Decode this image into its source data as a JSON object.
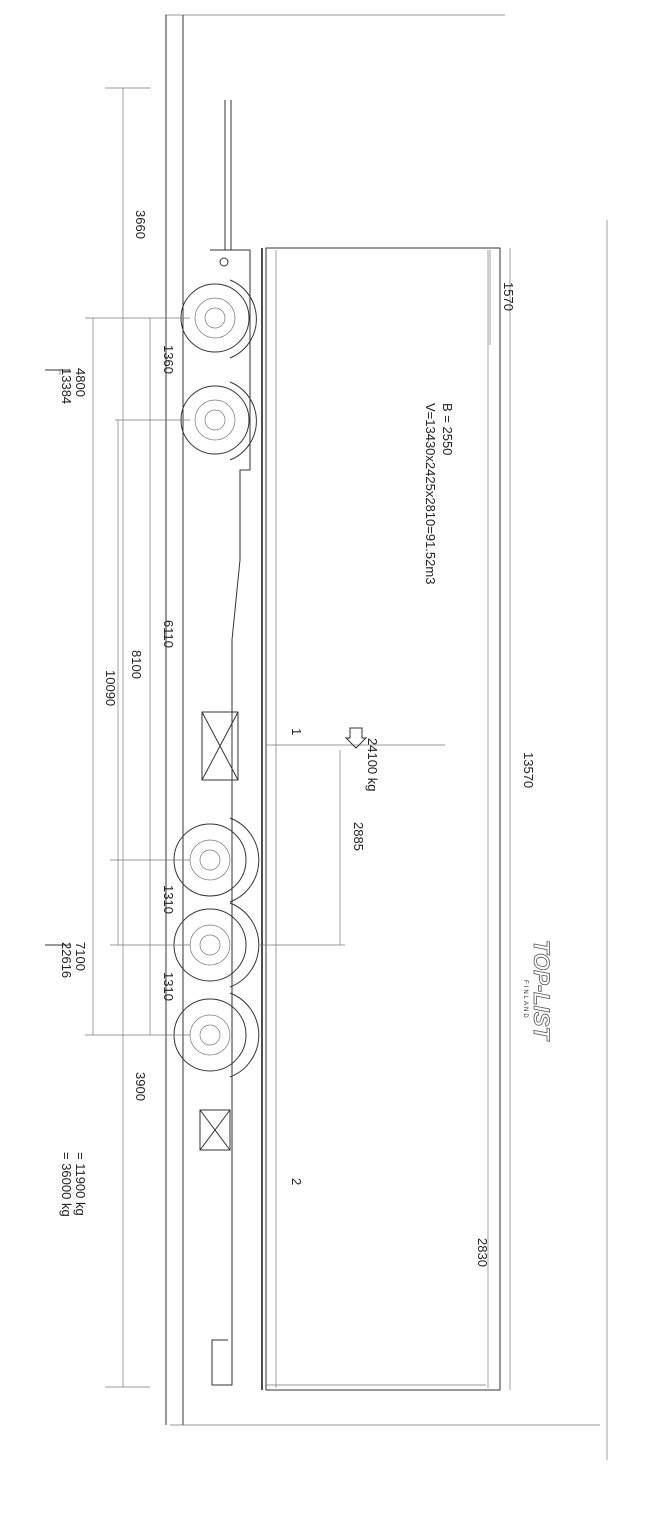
{
  "drawing": {
    "dims": {
      "front_overhang": "3660",
      "front_axle_spacing": "1360",
      "axle_group_distance": "6110",
      "kingpin_to_mid_axle": "8100",
      "overall_axle_span": "10090",
      "rear_axle_spacing_1": "1310",
      "rear_axle_spacing_2": "1310",
      "rear_overhang": "3900",
      "body_length": "13570",
      "front_height_mark": "1570",
      "load_center_offset": "2885",
      "body_height": "2830"
    },
    "specs": {
      "width": "B = 2550",
      "volume": "V=13430x2425x2810=91.52m3"
    },
    "loads": {
      "payload": "24100 kg",
      "front_axle_load": "4800",
      "front_axle_total": "13384",
      "rear_axle_load": "7100",
      "rear_axle_total": "22616",
      "tare_weight": "= 11900 kg",
      "gross_weight": "= 36000 kg"
    },
    "markers": {
      "m1": "1",
      "m2": "2"
    },
    "logo": {
      "name": "TOP-LIST",
      "sub": "FINLAND"
    }
  }
}
